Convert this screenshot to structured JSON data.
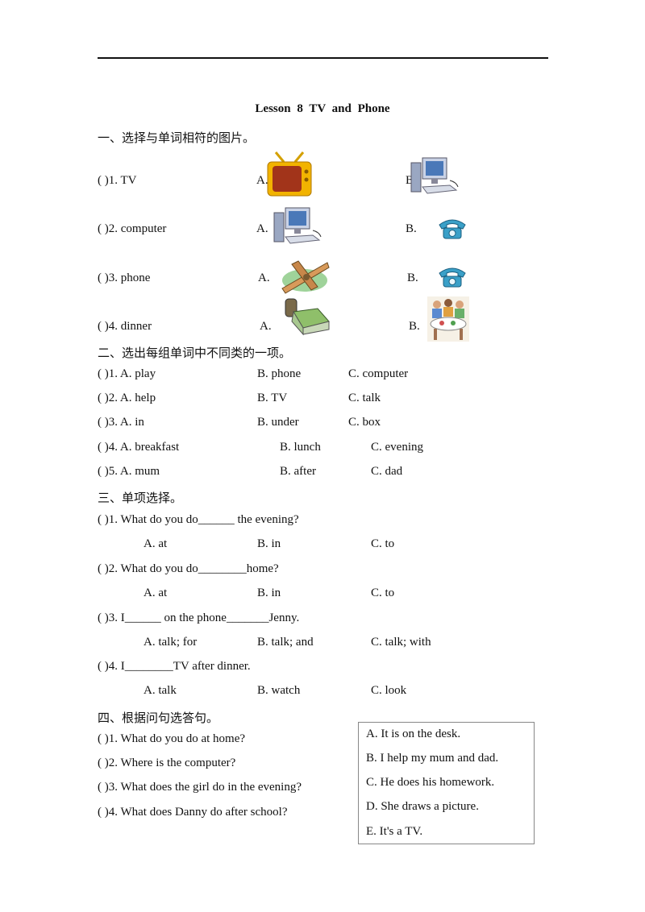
{
  "title": "Lesson 8   TV  and  Phone",
  "part1": {
    "heading": "一、选择与单词相符的图片。",
    "items": [
      {
        "num": "(     )1.  TV",
        "a": "A.",
        "b": "B."
      },
      {
        "num": "(     )2.  computer",
        "a": "A.",
        "b": "B."
      },
      {
        "num": "(     )3.  phone",
        "a": "A.",
        "b": "B."
      },
      {
        "num": "(     )4.  dinner",
        "a": "A.",
        "b": "B."
      }
    ]
  },
  "part2": {
    "heading": "二、选出每组单词中不同类的一项。",
    "items": [
      {
        "num": "(          )1.  A.  play",
        "b": "B.  phone",
        "c": "C.  computer"
      },
      {
        "num": "(          )2.  A.  help",
        "b": "B.  TV",
        "c": "C.  talk"
      },
      {
        "num": "(          )3.  A.  in",
        "b": "B.  under",
        "c": "C.  box"
      },
      {
        "num": "(          )4. A.  breakfast",
        "b": "B.  lunch",
        "c": "C.  evening"
      },
      {
        "num": "(          )5. A.  mum",
        "b": "B.  after",
        "c": "C.  dad"
      }
    ]
  },
  "part3": {
    "heading": "三、单项选择。",
    "items": [
      {
        "q": "(          )1. What do you do______  the evening?",
        "a": "A.  at",
        "b": "B.  in",
        "c": "C.  to"
      },
      {
        "q": "(          )2. What do you do________home?",
        "a": "A.  at",
        "b": "B.  in",
        "c": "C.  to"
      },
      {
        "q": "(          )3.  I______  on the phone_______Jenny.",
        "a": "A.  talk;  for",
        "b": "B.  talk;  and",
        "c": "C.  talk;  with"
      },
      {
        "q": "(          )4.  I________TV  after  dinner.",
        "a": "A.  talk",
        "b": "B.  watch",
        "c": "C.  look"
      }
    ]
  },
  "part4": {
    "heading": "四、根据问句选答句。",
    "questions": [
      "(          )1.  What  do  you  do  at  home?",
      "(          )2.  Where  is the  computer?",
      "(          )3.  What does the girl do in the evening?",
      "(          )4.  What does Danny  do after school?"
    ],
    "answers": [
      "A.  It is on the desk.",
      "B.  I  help  my mum and dad.",
      "C.  He does his homework.",
      "D.  She draws a picture.",
      "E.  It's a TV."
    ]
  }
}
